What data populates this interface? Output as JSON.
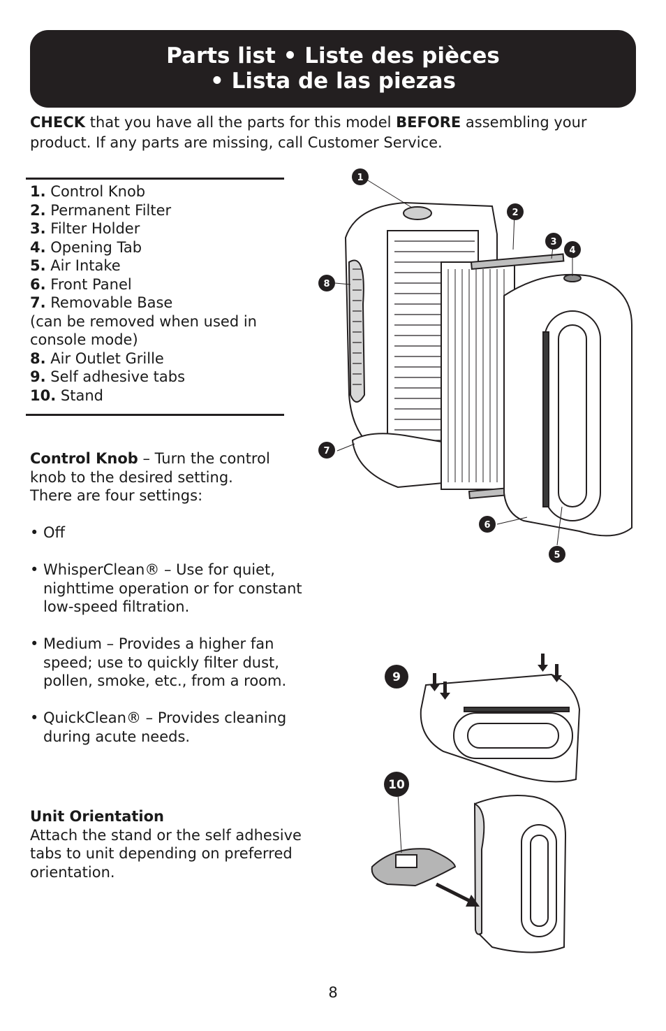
{
  "header": {
    "title_line1": "Parts list • Liste des pièces",
    "title_line2": "• Lista de las piezas"
  },
  "intro": {
    "check_bold": "CHECK",
    "text1": " that you have all the parts for this model ",
    "before_bold": "BEFORE",
    "text2": " assembling your product. If any parts are missing, call Customer Service."
  },
  "parts": [
    {
      "num": "1.",
      "label": "Control Knob"
    },
    {
      "num": "2.",
      "label": "Permanent Filter"
    },
    {
      "num": "3.",
      "label": "Filter Holder"
    },
    {
      "num": "4.",
      "label": "Opening Tab"
    },
    {
      "num": "5.",
      "label": "Air Intake"
    },
    {
      "num": "6.",
      "label": "Front Panel"
    },
    {
      "num": "7.",
      "label": "Removable Base"
    },
    {
      "num": "",
      "label": "(can be removed when used in console mode)"
    },
    {
      "num": "8.",
      "label": "Air Outlet Grille"
    },
    {
      "num": "9.",
      "label": "Self adhesive tabs"
    },
    {
      "num": "10.",
      "label": "Stand"
    }
  ],
  "control_knob": {
    "heading": "Control Knob",
    "text": " – Turn the control knob to the desired setting.",
    "line2": "There are four settings:",
    "bullet_char": "•",
    "settings": [
      "Off",
      "WhisperClean® – Use for quiet, nighttime operation or for constant low-speed filtration.",
      "Medium – Provides a higher fan speed; use to quickly filter dust, pollen, smoke, etc., from a room.",
      "QuickClean® – Provides cleaning during acute needs."
    ]
  },
  "orientation": {
    "heading": "Unit Orientation",
    "text": "Attach the stand or the self adhesive tabs to unit depending on preferred orientation."
  },
  "callouts": [
    "1",
    "2",
    "3",
    "4",
    "5",
    "6",
    "7",
    "8",
    "9",
    "10"
  ],
  "page_number": "8"
}
